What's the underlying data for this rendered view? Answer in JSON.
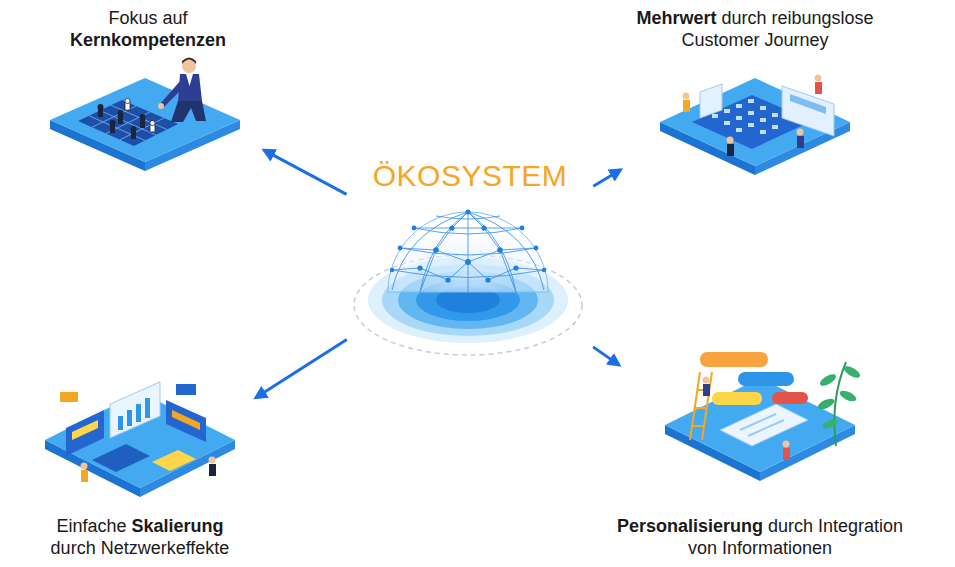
{
  "diagram": {
    "nodes": [
      {
        "text": [
          "Fokus auf",
          "Kernkompetenzen"
        ]
      },
      {
        "text": [
          "Mehrwert",
          "durch reibungslose Customer Journey"
        ]
      },
      {
        "text": [
          "ÖKOSYSTEM"
        ]
      },
      {
        "text": [
          "Einfache",
          "Skalierung",
          "durch Netzwerkeffekte"
        ]
      },
      {
        "text": [
          "Personalisierung",
          "durch Integration von Informationen"
        ]
      }
    ],
    "edges": [
      {
        "from": 2,
        "to": 0,
        "arrow": "to"
      },
      {
        "from": 2,
        "to": 1,
        "arrow": "to"
      },
      {
        "from": 2,
        "to": 3,
        "arrow": "to"
      },
      {
        "from": 2,
        "to": 4,
        "arrow": "to"
      }
    ]
  }
}
